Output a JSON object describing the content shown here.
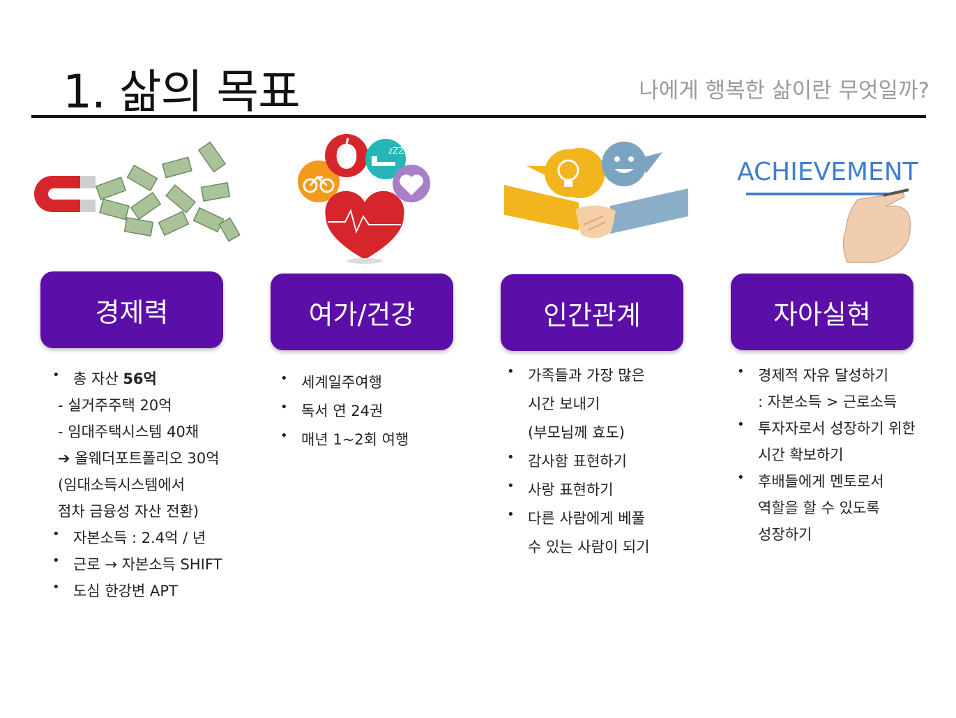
{
  "header": {
    "title": "1. 삶의 목표",
    "subtitle": "나에게 행복한 삶이란 무엇일까?"
  },
  "columns": [
    {
      "label": "경제력",
      "image_icon": "magnet-money-icon",
      "items": [
        {
          "text_pre": "총 자산 ",
          "text_bold": "56억",
          "bullet": true
        },
        {
          "text_pre": "- 실거주주택 20억",
          "bullet": false
        },
        {
          "text_pre": "- 임대주택시스템 40채",
          "bullet": false
        },
        {
          "text_pre": "➔ 올웨더포트폴리오 30억",
          "bullet": false
        },
        {
          "text_pre": "(임대소득시스템에서",
          "bullet": false
        },
        {
          "text_pre": "점차 금융성 자산 전환)",
          "bullet": false
        },
        {
          "text_pre": "자본소득 : 2.4억 / 년",
          "bullet": true
        },
        {
          "text_pre": "근로 → 자본소득 SHIFT",
          "bullet": true
        },
        {
          "text_pre": "도심 한강변 APT",
          "bullet": true
        }
      ]
    },
    {
      "label": "여가/건강",
      "image_icon": "health-heart-icon",
      "items": [
        {
          "text_pre": "세계일주여행",
          "bullet": true
        },
        {
          "text_pre": "독서 연 24권",
          "bullet": true
        },
        {
          "text_pre": "매년 1~2회 여행",
          "bullet": true
        }
      ]
    },
    {
      "label": "인간관계",
      "image_icon": "handshake-icon",
      "items": [
        {
          "text_pre": "가족들과 가장 많은",
          "bullet": true
        },
        {
          "text_pre": "시간 보내기",
          "bullet": false
        },
        {
          "text_pre": "(부모님께 효도)",
          "bullet": false
        },
        {
          "text_pre": "감사함 표현하기",
          "bullet": true
        },
        {
          "text_pre": "사랑 표현하기",
          "bullet": true
        },
        {
          "text_pre": "다른 사람에게 베풀",
          "bullet": true
        },
        {
          "text_pre": "수 있는 사람이 되기",
          "bullet": false
        }
      ]
    },
    {
      "label": "자아실현",
      "image_icon": "achievement-hand-icon",
      "image_text": "ACHIEVEMENT",
      "items": [
        {
          "text_pre": "경제적 자유 달성하기",
          "bullet": true
        },
        {
          "text_pre": ": 자본소득 > 근로소득",
          "bullet": false
        },
        {
          "text_pre": "투자자로서 성장하기 위한",
          "bullet": true
        },
        {
          "text_pre": "시간 확보하기",
          "bullet": false
        },
        {
          "text_pre": "후배들에게 멘토로서",
          "bullet": true
        },
        {
          "text_pre": "역할을 할 수 있도록",
          "bullet": false
        },
        {
          "text_pre": "성장하기",
          "bullet": false
        }
      ]
    }
  ],
  "colors": {
    "label_bg": "#5b0fa8",
    "rule": "#111111",
    "subtitle": "#9a9a9a"
  }
}
